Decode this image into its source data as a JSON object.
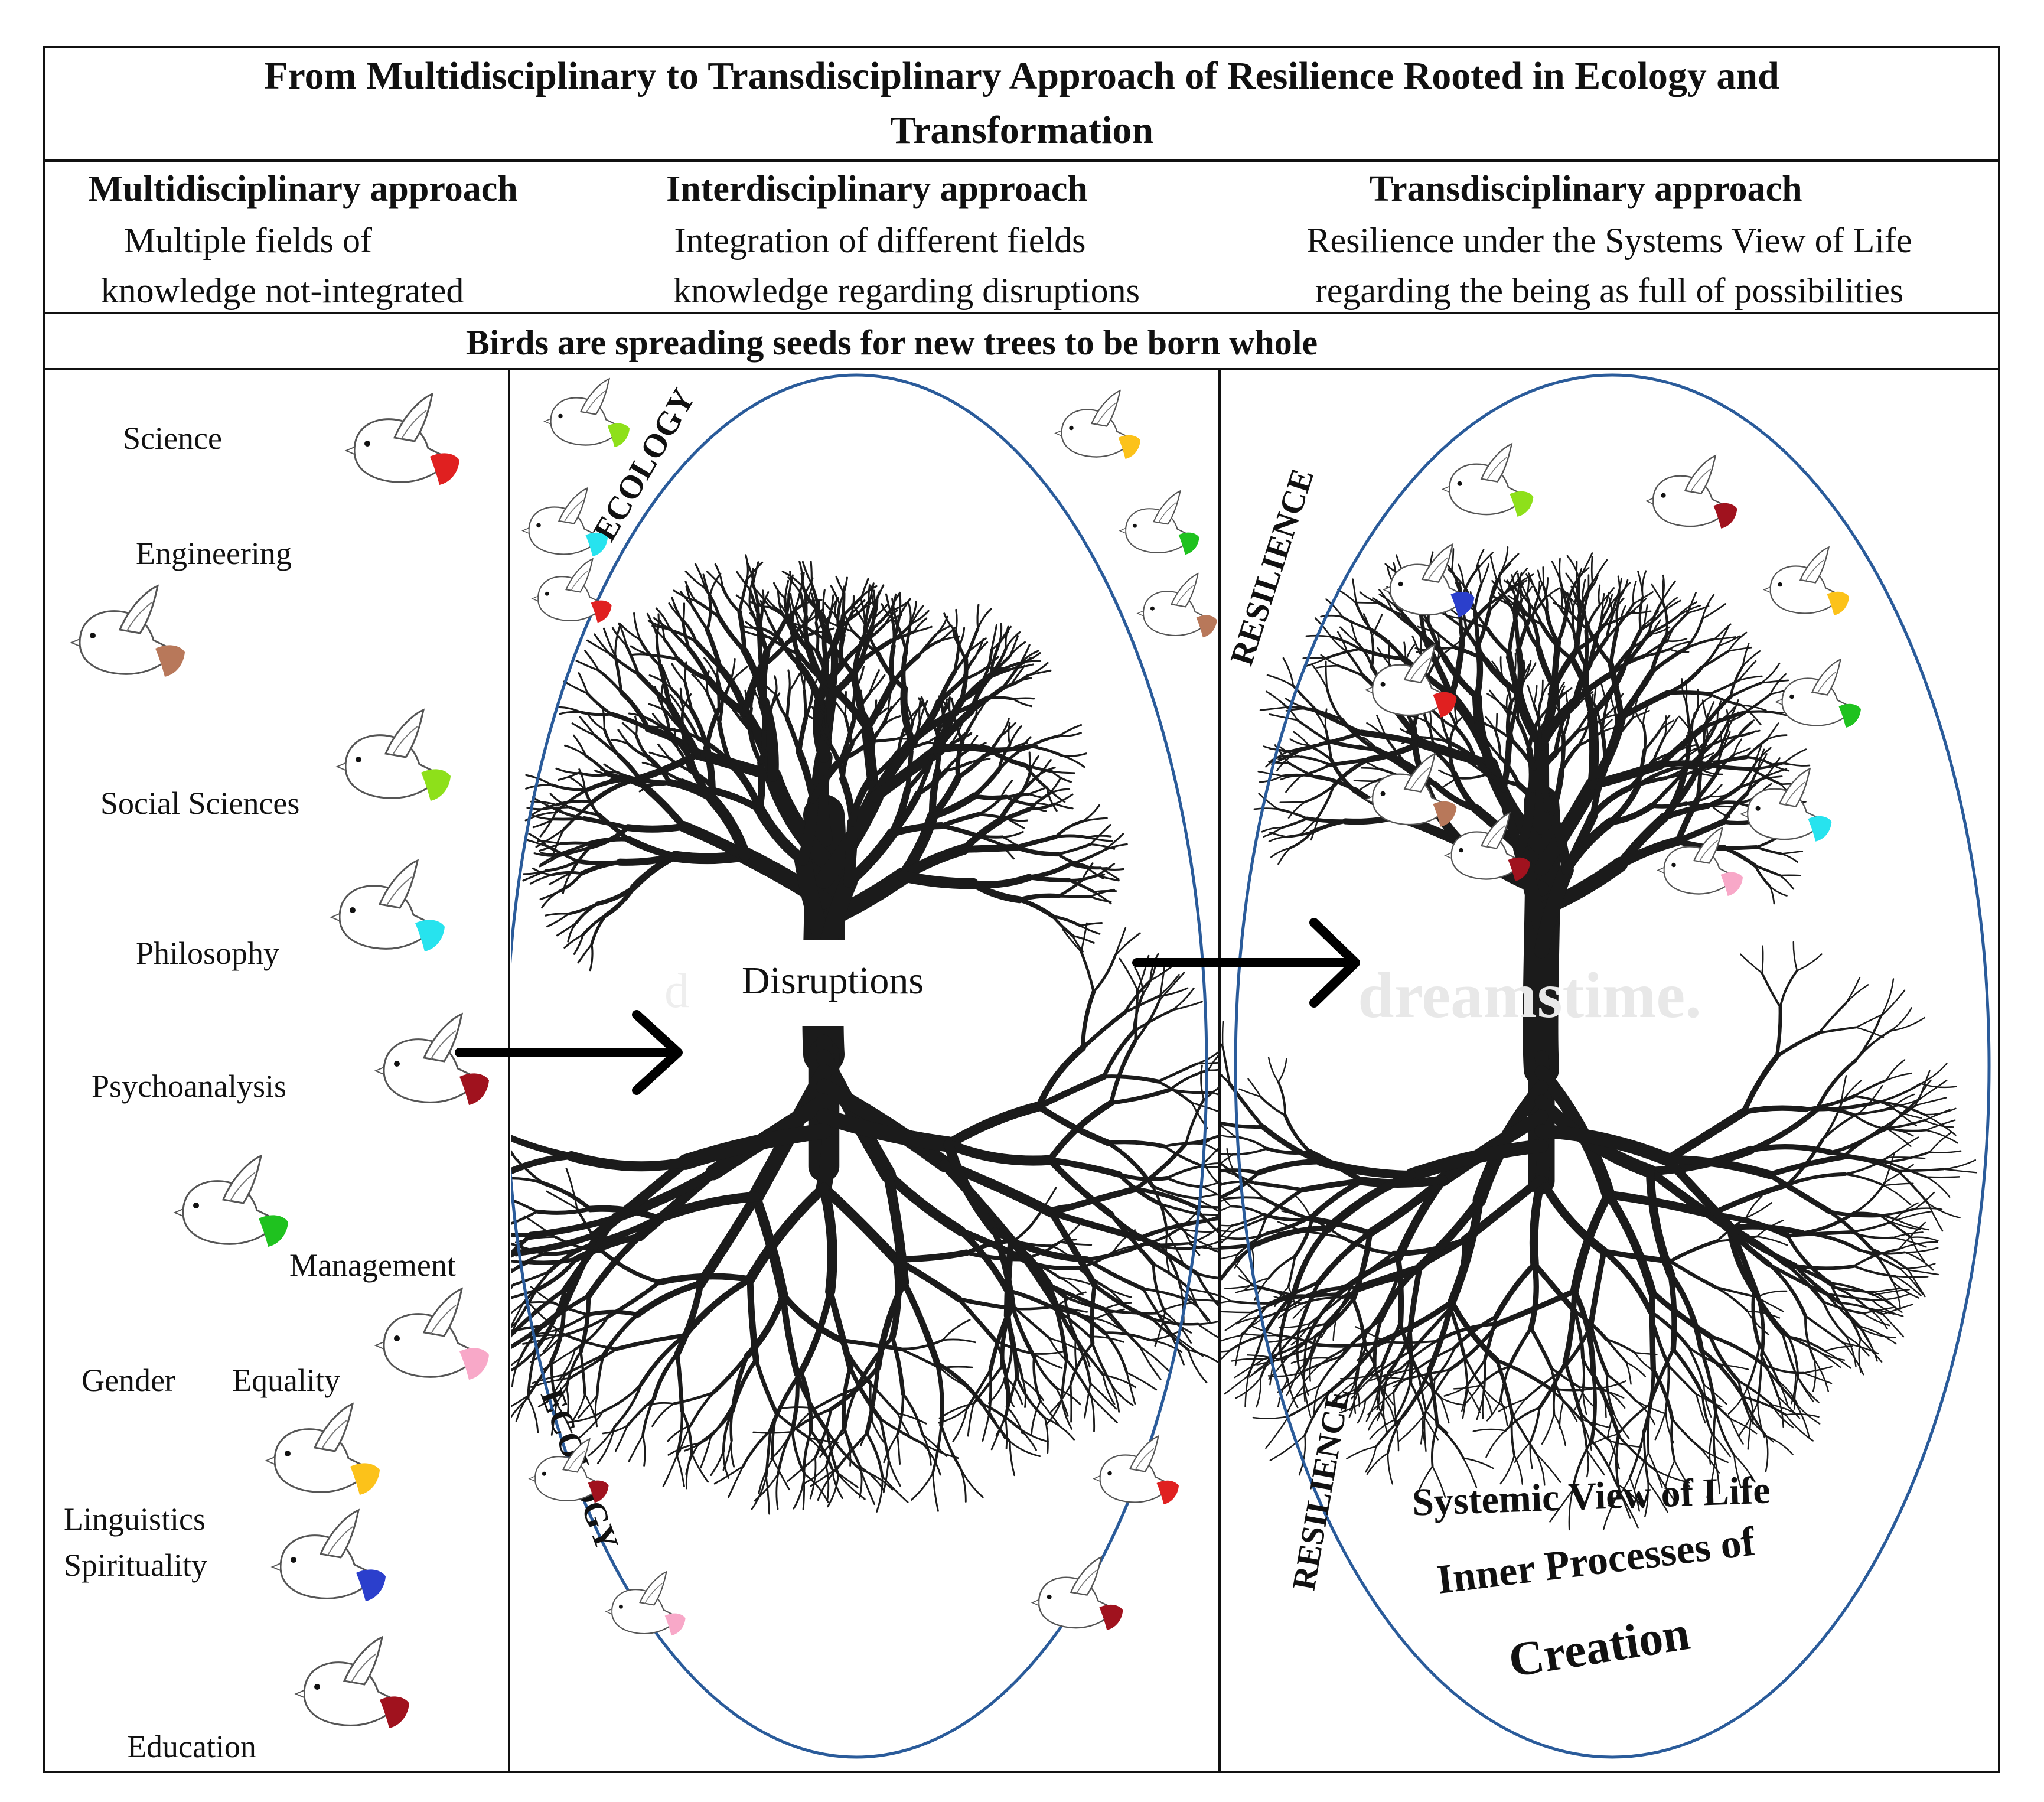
{
  "title": {
    "line1": "From Multidisciplinary to Transdisciplinary Approach of Resilience Rooted in Ecology and",
    "line2": "Transformation"
  },
  "approaches": [
    {
      "heading": "Multidisciplinary approach",
      "line1": "Multiple fields of",
      "line2": "knowledge not-integrated"
    },
    {
      "heading": "Interdisciplinary approach",
      "line1": "Integration of different fields",
      "line2": "knowledge regarding disruptions"
    },
    {
      "heading": "Transdisciplinary approach",
      "line1": "Resilience under the Systems View of Life",
      "line2": "regarding the being as full of possibilities"
    }
  ],
  "banner": "Birds are spreading seeds for new trees to be born whole",
  "disciplines": [
    {
      "label": "Science",
      "color": "#e02020"
    },
    {
      "label": "Engineering",
      "color": "#b8785a"
    },
    {
      "label": "Social Sciences",
      "color": "#8ee01a"
    },
    {
      "label": "Philosophy",
      "color": "#27e3ee"
    },
    {
      "label": "Psychoanalysis",
      "color": "#a0121e"
    },
    {
      "label": "Management",
      "color": "#1fc21f"
    },
    {
      "label": "Gender",
      "color": "#f8a8c8"
    },
    {
      "label": "Equality",
      "color": "#f8a8c8"
    },
    {
      "label": "Linguistics",
      "color": "#fcc21a"
    },
    {
      "label": "Spirituality",
      "color": "#2b3fcc"
    },
    {
      "label": "Education",
      "color": "#a0121e"
    }
  ],
  "middle": {
    "ecology_top": "ECOLOGY",
    "ecology_bottom": "ECOLOGY",
    "disruptions": "Disruptions",
    "watermark": "d"
  },
  "right": {
    "resilience_top": "RESILIENCE",
    "resilience_bottom": "RESILIENCE",
    "systemic_line1": "Systemic View of Life",
    "systemic_line2": "Inner Processes of",
    "systemic_line3": "Creation",
    "watermark": "dreamstime."
  },
  "colors": {
    "ellipse": "#2a5b9a",
    "tree": "#1b1b1b",
    "border": "#111111",
    "arrow": "#000000"
  }
}
